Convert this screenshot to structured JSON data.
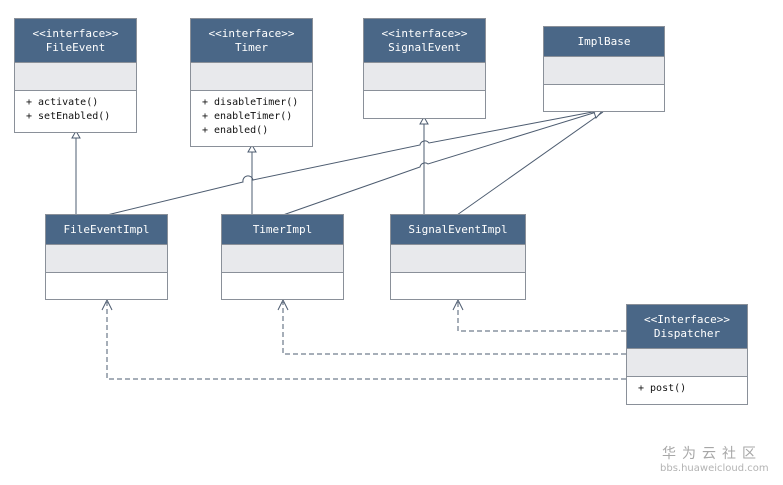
{
  "classes": {
    "file_event": {
      "stereotype": "<<interface>>",
      "name": "FileEvent",
      "methods": [
        "+ activate()",
        "+ setEnabled()"
      ]
    },
    "timer": {
      "stereotype": "<<interface>>",
      "name": "Timer",
      "methods": [
        "+ disableTimer()",
        "+ enableTimer()",
        "+ enabled()"
      ]
    },
    "signal_event": {
      "stereotype": "<<interface>>",
      "name": "SignalEvent",
      "methods": []
    },
    "impl_base": {
      "name": "ImplBase",
      "methods": []
    },
    "file_event_impl": {
      "name": "FileEventImpl",
      "methods": []
    },
    "timer_impl": {
      "name": "TimerImpl",
      "methods": []
    },
    "signal_event_impl": {
      "name": "SignalEventImpl",
      "methods": []
    },
    "dispatcher": {
      "stereotype": "<<Interface>>",
      "name": "Dispatcher",
      "methods": [
        "+ post()"
      ]
    }
  },
  "relations": {
    "realization": [
      {
        "from": "FileEventImpl",
        "to": "FileEvent"
      },
      {
        "from": "TimerImpl",
        "to": "Timer"
      },
      {
        "from": "SignalEventImpl",
        "to": "SignalEvent"
      }
    ],
    "generalization": [
      {
        "from": "FileEventImpl",
        "to": "ImplBase"
      },
      {
        "from": "TimerImpl",
        "to": "ImplBase"
      },
      {
        "from": "SignalEventImpl",
        "to": "ImplBase"
      }
    ],
    "dependency": [
      {
        "from": "Dispatcher",
        "to": "SignalEventImpl"
      },
      {
        "from": "Dispatcher",
        "to": "TimerImpl"
      },
      {
        "from": "Dispatcher",
        "to": "FileEventImpl"
      }
    ]
  },
  "colors": {
    "header": "#4a6787",
    "section": "#e8e9ec",
    "line": "#4d5c70"
  },
  "watermark": {
    "text_cn": "华为云社区",
    "url": "bbs.huaweicloud.com"
  }
}
